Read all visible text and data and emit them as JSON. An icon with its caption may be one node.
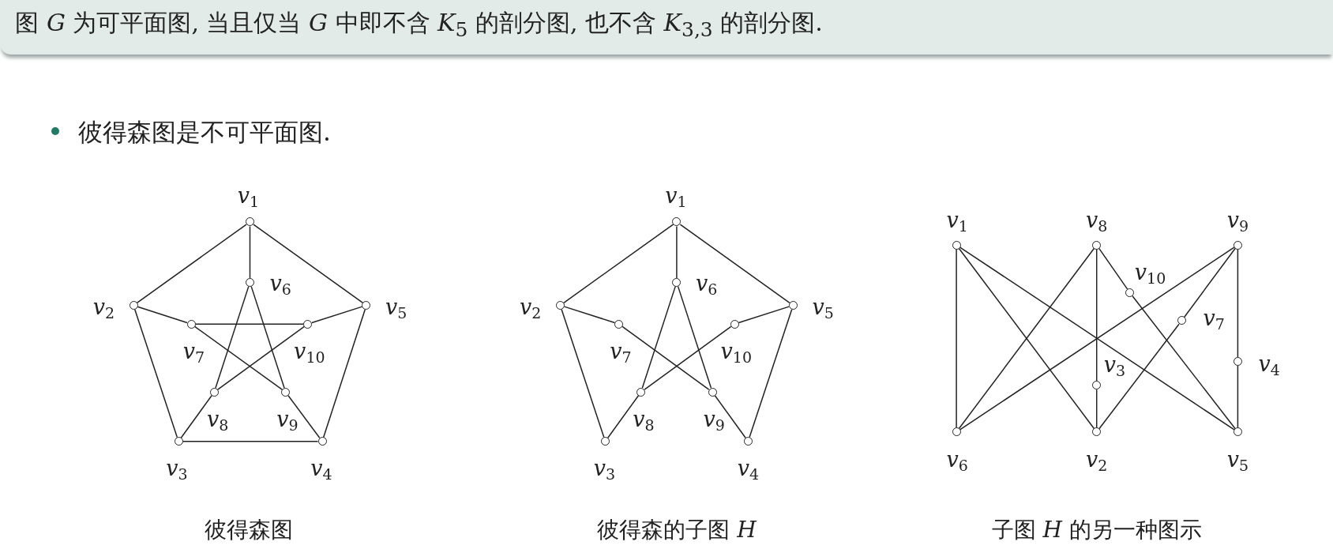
{
  "diagram": {
    "title": "图 *G* 为可平面图, 当且仅当 *G* 中即不含 *K*$_{5}$ 的剖分图, 也不含 *K*$_{3,3}$ 的剖分图.",
    "nodes": [
      {
        "text": [],
        "shape": "circle",
        "beside": [
          "*v*$_{1}$"
        ]
      },
      {
        "text": [],
        "shape": "circle",
        "beside": [
          "*v*$_{2}$"
        ]
      },
      {
        "text": [],
        "shape": "circle",
        "beside": [
          "*v*$_{3}$"
        ]
      },
      {
        "text": [],
        "shape": "circle",
        "beside": [
          "*v*$_{4}$"
        ]
      },
      {
        "text": [],
        "shape": "circle",
        "beside": [
          "*v*$_{5}$"
        ]
      },
      {
        "text": [],
        "shape": "circle",
        "beside": [
          "*v*$_{6}$"
        ]
      },
      {
        "text": [],
        "shape": "circle",
        "beside": [
          "*v*$_{7}$"
        ]
      },
      {
        "text": [],
        "shape": "circle",
        "beside": [
          "*v*$_{8}$"
        ]
      },
      {
        "text": [],
        "shape": "circle",
        "beside": [
          "*v*$_{9}$"
        ]
      },
      {
        "text": [],
        "shape": "circle",
        "beside": [
          "*v*$_{10}$"
        ]
      },
      {
        "text": [],
        "shape": "circle",
        "beside": [
          "*v*$_{1}$"
        ]
      },
      {
        "text": [],
        "shape": "circle",
        "beside": [
          "*v*$_{2}$"
        ]
      },
      {
        "text": [],
        "shape": "circle",
        "beside": [
          "*v*$_{3}$"
        ]
      },
      {
        "text": [],
        "shape": "circle",
        "beside": [
          "*v*$_{4}$"
        ]
      },
      {
        "text": [],
        "shape": "circle",
        "beside": [
          "*v*$_{5}$"
        ]
      },
      {
        "text": [],
        "shape": "circle",
        "beside": [
          "*v*$_{6}$"
        ]
      },
      {
        "text": [],
        "shape": "circle",
        "beside": [
          "*v*$_{7}$"
        ]
      },
      {
        "text": [],
        "shape": "circle",
        "beside": [
          "*v*$_{8}$"
        ]
      },
      {
        "text": [],
        "shape": "circle",
        "beside": [
          "*v*$_{9}$"
        ]
      },
      {
        "text": [],
        "shape": "circle",
        "beside": [
          "*v*$_{10}$"
        ]
      },
      {
        "text": [],
        "shape": "circle",
        "beside": [
          "*v*$_{1}$"
        ]
      },
      {
        "text": [],
        "shape": "circle",
        "beside": [
          "*v*$_{2}$"
        ]
      },
      {
        "text": [],
        "shape": "circle",
        "beside": [
          "*v*$_{3}$"
        ]
      },
      {
        "text": [],
        "shape": "circle",
        "beside": [
          "*v*$_{4}$"
        ]
      },
      {
        "text": [],
        "shape": "circle",
        "beside": [
          "*v*$_{5}$"
        ]
      },
      {
        "text": [],
        "shape": "circle",
        "beside": [
          "*v*$_{6}$"
        ]
      },
      {
        "text": [],
        "shape": "circle",
        "beside": [
          "*v*$_{7}$"
        ]
      },
      {
        "text": [],
        "shape": "circle",
        "beside": [
          "*v*$_{8}$"
        ]
      },
      {
        "text": [],
        "shape": "circle",
        "beside": [
          "*v*$_{9}$"
        ]
      },
      {
        "text": [],
        "shape": "circle",
        "beside": [
          "*v*$_{10}$"
        ]
      }
    ],
    "edges": [
      {
        "from": 0,
        "to": 1,
        "arrow": "none"
      },
      {
        "from": 1,
        "to": 2,
        "arrow": "none"
      },
      {
        "from": 2,
        "to": 3,
        "arrow": "none"
      },
      {
        "from": 3,
        "to": 4,
        "arrow": "none"
      },
      {
        "from": 4,
        "to": 0,
        "arrow": "none"
      },
      {
        "from": 0,
        "to": 5,
        "arrow": "none"
      },
      {
        "from": 1,
        "to": 6,
        "arrow": "none"
      },
      {
        "from": 2,
        "to": 7,
        "arrow": "none"
      },
      {
        "from": 3,
        "to": 8,
        "arrow": "none"
      },
      {
        "from": 4,
        "to": 9,
        "arrow": "none"
      },
      {
        "from": 5,
        "to": 7,
        "arrow": "none"
      },
      {
        "from": 5,
        "to": 8,
        "arrow": "none"
      },
      {
        "from": 6,
        "to": 8,
        "arrow": "none"
      },
      {
        "from": 6,
        "to": 9,
        "arrow": "none"
      },
      {
        "from": 7,
        "to": 9,
        "arrow": "none"
      },
      {
        "from": 10,
        "to": 11,
        "arrow": "none"
      },
      {
        "from": 11,
        "to": 12,
        "arrow": "none"
      },
      {
        "from": 13,
        "to": 14,
        "arrow": "none"
      },
      {
        "from": 14,
        "to": 10,
        "arrow": "none"
      },
      {
        "from": 10,
        "to": 15,
        "arrow": "none"
      },
      {
        "from": 11,
        "to": 16,
        "arrow": "none"
      },
      {
        "from": 12,
        "to": 17,
        "arrow": "none"
      },
      {
        "from": 13,
        "to": 18,
        "arrow": "none"
      },
      {
        "from": 14,
        "to": 19,
        "arrow": "none"
      },
      {
        "from": 15,
        "to": 17,
        "arrow": "none"
      },
      {
        "from": 15,
        "to": 18,
        "arrow": "none"
      },
      {
        "from": 16,
        "to": 18,
        "arrow": "none"
      },
      {
        "from": 17,
        "to": 19,
        "arrow": "none"
      },
      {
        "from": 20,
        "to": 25,
        "arrow": "none"
      },
      {
        "from": 20,
        "to": 21,
        "arrow": "none"
      },
      {
        "from": 20,
        "to": 24,
        "arrow": "none"
      },
      {
        "from": 27,
        "to": 25,
        "arrow": "none"
      },
      {
        "from": 27,
        "to": 22,
        "arrow": "none"
      },
      {
        "from": 22,
        "to": 21,
        "arrow": "none"
      },
      {
        "from": 27,
        "to": 29,
        "arrow": "none"
      },
      {
        "from": 29,
        "to": 24,
        "arrow": "none"
      },
      {
        "from": 28,
        "to": 25,
        "arrow": "none"
      },
      {
        "from": 28,
        "to": 26,
        "arrow": "none"
      },
      {
        "from": 26,
        "to": 21,
        "arrow": "none"
      },
      {
        "from": 28,
        "to": 23,
        "arrow": "none"
      },
      {
        "from": 23,
        "to": 24,
        "arrow": "none"
      }
    ],
    "labels": [
      "彼得森图是不可平面图.",
      "彼得森图",
      "彼得森的子图 *H*",
      "子图 *H* 的另一种图示"
    ]
  }
}
